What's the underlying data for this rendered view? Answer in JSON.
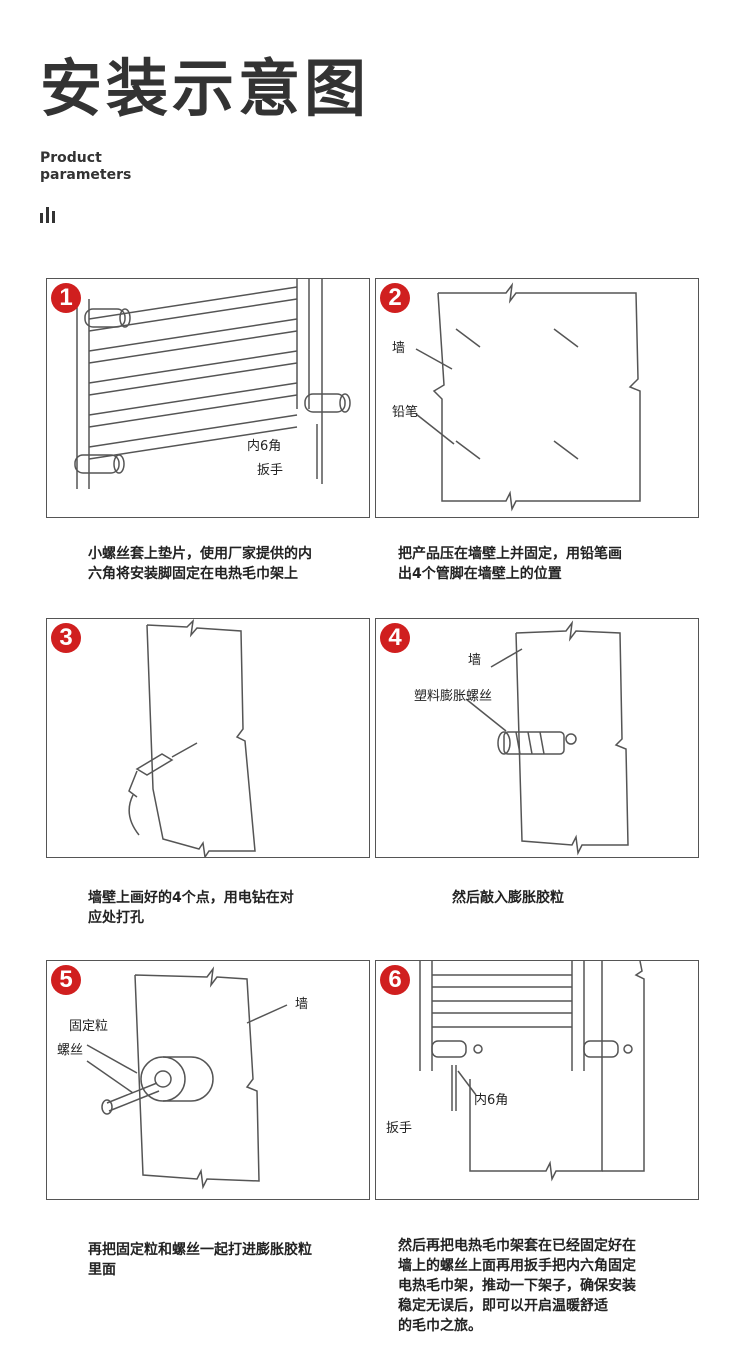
{
  "header": {
    "title": "安装示意图",
    "subtitle_line1": "Product",
    "subtitle_line2": "parameters"
  },
  "steps": [
    {
      "number": "1",
      "labels": [
        "内6角",
        "扳手"
      ],
      "caption": "小螺丝套上垫片，使用厂家提供的内\n六角将安装脚固定在电热毛巾架上"
    },
    {
      "number": "2",
      "labels": [
        "墙",
        "铅笔"
      ],
      "caption": "把产品压在墙壁上并固定，用铅笔画\n出4个管脚在墙壁上的位置"
    },
    {
      "number": "3",
      "labels": [],
      "caption": "墙壁上画好的4个点，用电钻在对\n应处打孔"
    },
    {
      "number": "4",
      "labels": [
        "墙",
        "塑料膨胀螺丝"
      ],
      "caption": "然后敲入膨胀胶粒"
    },
    {
      "number": "5",
      "labels": [
        "墙",
        "固定粒",
        "螺丝"
      ],
      "caption": "再把固定粒和螺丝一起打进膨胀胶粒\n里面"
    },
    {
      "number": "6",
      "labels": [
        "内6角",
        "扳手"
      ],
      "caption": "然后再把电热毛巾架套在已经固定好在\n墙上的螺丝上面再用扳手把内六角固定\n电热毛巾架，推动一下架子，确保安装\n稳定无误后，即可以开启温暖舒适\n的毛巾之旅。"
    }
  ],
  "colors": {
    "badge": "#d01f1f",
    "line": "#555555"
  }
}
